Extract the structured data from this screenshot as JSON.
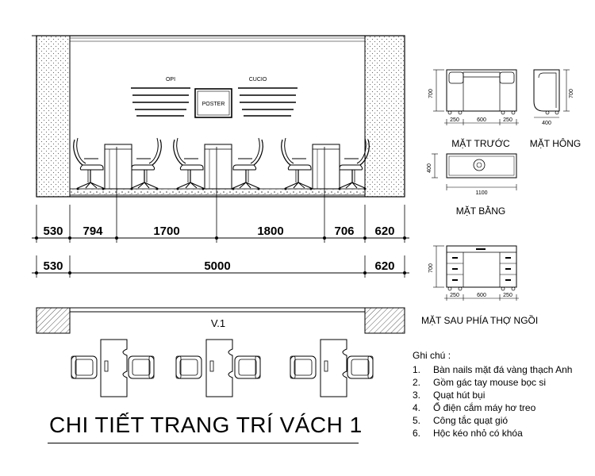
{
  "title": "CHI TIẾT TRANG TRÍ  VÁCH 1",
  "elevation": {
    "sign_left": "OPI",
    "sign_right": "CUCIO",
    "poster": "POSTER"
  },
  "dimensions_row1": [
    "530",
    "794",
    "1700",
    "1800",
    "706",
    "620"
  ],
  "dimensions_row2": [
    "530",
    "5000",
    "620"
  ],
  "plan_label": "V.1",
  "side_views": {
    "front_label": "MẶT TRƯỚC",
    "side_label": "MẶT HÔNG",
    "plan_label": "MẶT BẰNG",
    "back_label": "MẶT SAU PHÍA THỢ NGỒI",
    "front_dims": [
      "250",
      "600",
      "250"
    ],
    "front_height": "700",
    "side_width": "400",
    "side_height": "700",
    "plan_width": "1100",
    "plan_depth": "400",
    "back_dims": [
      "250",
      "600",
      "250"
    ],
    "back_height": "700"
  },
  "notes": {
    "heading": "Ghi chú :",
    "items": [
      {
        "num": "1.",
        "text": "Bàn nails mặt đá vàng thạch Anh"
      },
      {
        "num": "2.",
        "text": "Gồm gác tay mouse bọc si"
      },
      {
        "num": "3.",
        "text": "Quạt hút bụi"
      },
      {
        "num": "4.",
        "text": "Ổ điện cắm máy hơ treo"
      },
      {
        "num": "5.",
        "text": "Công tắc quạt gió"
      },
      {
        "num": "6.",
        "text": "Hộc kéo nhỏ có khóa"
      }
    ]
  }
}
